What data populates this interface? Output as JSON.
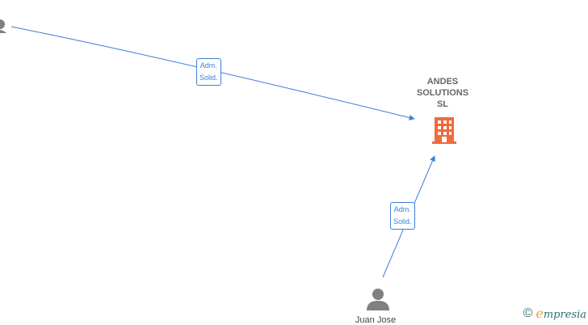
{
  "nodes": {
    "company": {
      "name": "ANDES\nSOLUTIONS\nSL",
      "icon": "building-icon",
      "color": "#f26a3d"
    },
    "person_bottom": {
      "name": "Juan Jose",
      "icon": "person-icon"
    },
    "person_topleft": {
      "icon": "person-icon"
    }
  },
  "edges": [
    {
      "from": "person_topleft",
      "to": "company",
      "label": "Adm.\nSolid."
    },
    {
      "from": "person_bottom",
      "to": "company",
      "label": "Adm.\nSolid."
    }
  ],
  "colors": {
    "edge": "#3b7dd8",
    "person": "#808080"
  },
  "watermark": {
    "copyright": "©",
    "brand_initial": "e",
    "brand_rest": "mpresia"
  }
}
